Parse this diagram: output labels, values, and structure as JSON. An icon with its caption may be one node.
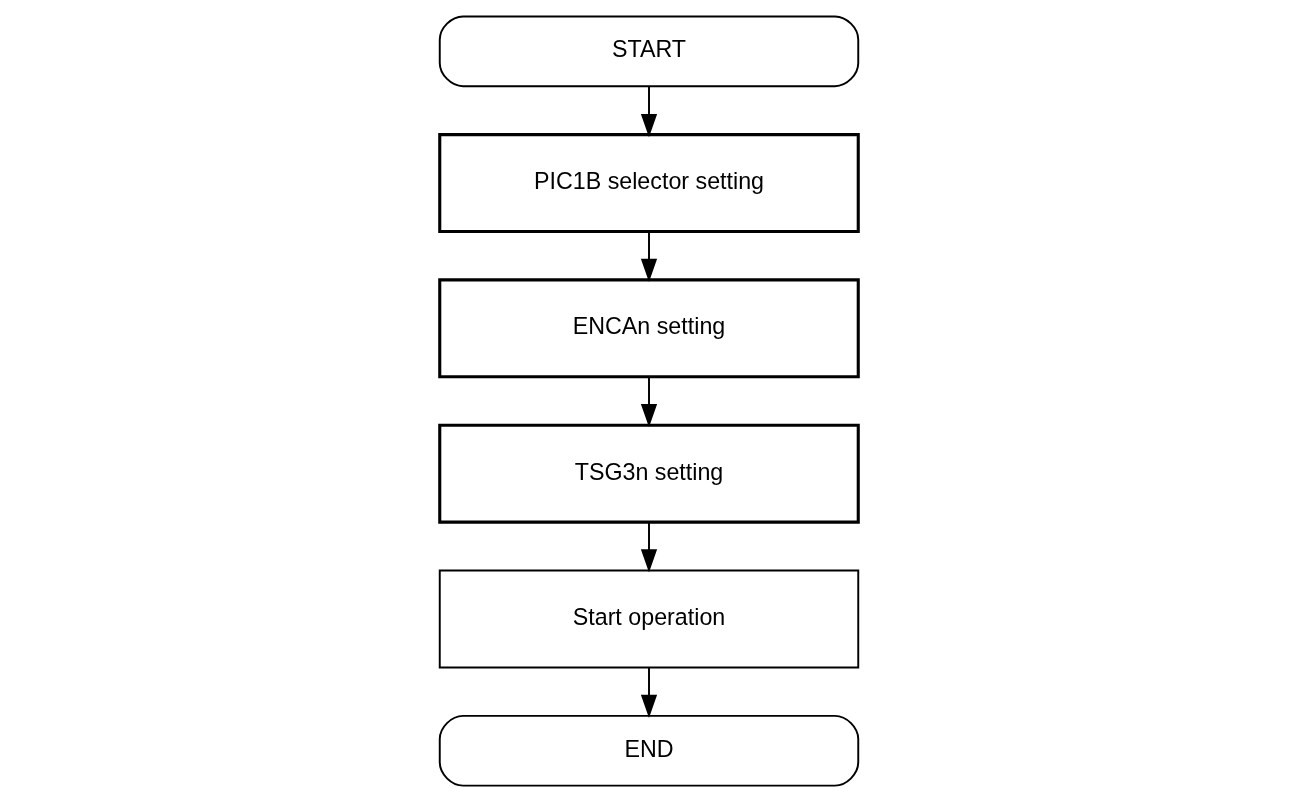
{
  "diagram": {
    "nodes": [
      {
        "text": [
          "START"
        ]
      },
      {
        "text": [
          "PIC1B selector setting"
        ]
      },
      {
        "text": [
          "ENCAn setting"
        ]
      },
      {
        "text": [
          "TSG3n setting"
        ]
      },
      {
        "text": [
          "Start operation"
        ]
      },
      {
        "text": [
          "END"
        ]
      }
    ],
    "edges": [
      {
        "from": 0,
        "to": 1,
        "arrow": "to"
      },
      {
        "from": 1,
        "to": 2,
        "arrow": "to"
      },
      {
        "from": 2,
        "to": 3,
        "arrow": "to"
      },
      {
        "from": 3,
        "to": 4,
        "arrow": "to"
      },
      {
        "from": 4,
        "to": 5,
        "arrow": "to"
      }
    ]
  }
}
